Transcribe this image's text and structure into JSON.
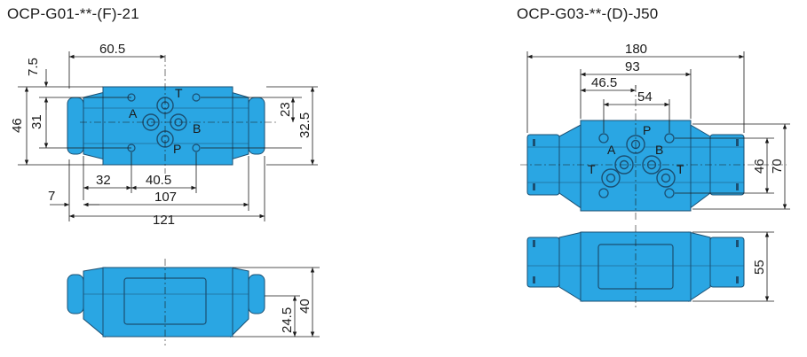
{
  "colors": {
    "body": "#2aa6e3",
    "outline": "#1b4f72",
    "line": "#1a1a1a"
  },
  "left": {
    "title": "OCP-G01-**-(F)-21",
    "top_view": {
      "dims": {
        "d60_5": "60.5",
        "d7_5": "7.5",
        "d46": "46",
        "d31": "31",
        "d23": "23",
        "d32_5": "32.5",
        "d32": "32",
        "d40_5": "40.5",
        "d107": "107",
        "d7": "7",
        "d121": "121"
      },
      "ports": {
        "T": "T",
        "A": "A",
        "B": "B",
        "P": "P"
      }
    },
    "bottom_view": {
      "dims": {
        "d40": "40",
        "d24_5": "24.5"
      }
    }
  },
  "right": {
    "title": "OCP-G03-**-(D)-J50",
    "top_view": {
      "dims": {
        "d180": "180",
        "d93": "93",
        "d46_5": "46.5",
        "d54": "54",
        "d46": "46",
        "d70": "70"
      },
      "ports": {
        "P": "P",
        "A": "A",
        "B": "B",
        "T1": "T",
        "T2": "T"
      }
    },
    "bottom_view": {
      "dims": {
        "d55": "55"
      }
    }
  }
}
